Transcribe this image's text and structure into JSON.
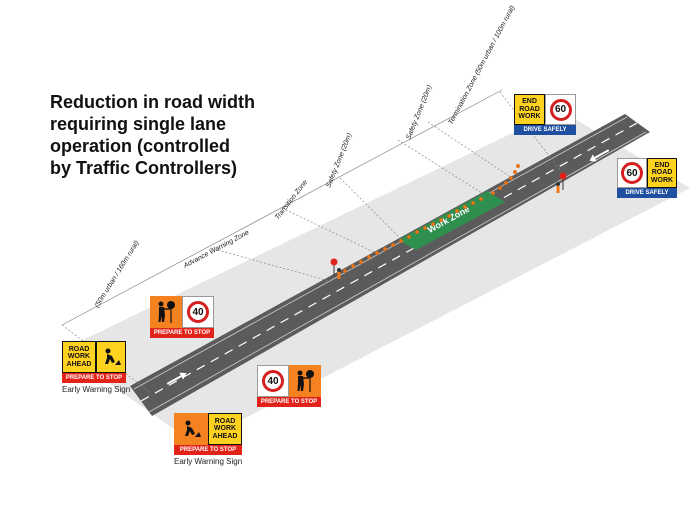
{
  "title_lines": [
    "Reduction in road width",
    "requiring single lane",
    "operation (controlled",
    "by Traffic Controllers)"
  ],
  "zones": {
    "advance_distance": "(50m urban / 160m rural)",
    "advance_warning": "Advance Warning Zone",
    "transition": "Transition Zone",
    "safety_zone_left": "Safety Zone (20m)",
    "work_zone": "Work Zone",
    "safety_zone_right": "Safety Zone (20m)",
    "termination": "Termination Zone (50m urban / 100m rural)"
  },
  "signs": {
    "road_work_ahead": [
      "ROAD",
      "WORK",
      "AHEAD"
    ],
    "prepare_to_stop": "PREPARE TO STOP",
    "early_warning_caption": "Early Warning Sign",
    "speed_40": "40",
    "speed_60": "60",
    "end_road_work": [
      "END",
      "ROAD",
      "WORK"
    ],
    "drive_safely": "DRIVE SAFELY"
  },
  "colors": {
    "sign_orange": "#f58220",
    "sign_yellow": "#ffd21f",
    "bar_red": "#e2231a",
    "bar_blue": "#1f4fa0",
    "road": "#5b5b5b",
    "work_zone": "#2f8f4e"
  },
  "icons": [
    "arrow-right-icon",
    "arrow-left-icon",
    "traffic-controller-icon",
    "worker-digging-icon",
    "traffic-cone-icon"
  ]
}
